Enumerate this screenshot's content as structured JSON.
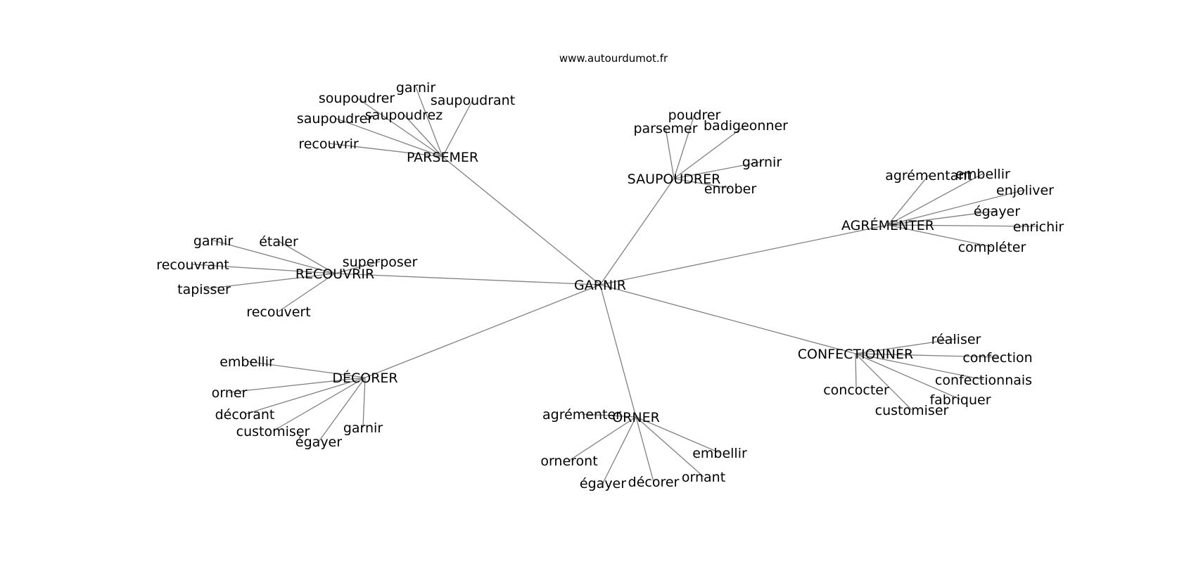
{
  "site_label": "www.autourdumot.fr",
  "edge_color": "#808080",
  "root": "GARNIR",
  "hubs": [
    {
      "label": "PARSEMER",
      "leaves": [
        "garnir",
        "soupoudrer",
        "saupoudrant",
        "saupoudrez",
        "saupoudrer",
        "recouvrir"
      ]
    },
    {
      "label": "SAUPOUDRER",
      "leaves": [
        "poudrer",
        "parsemer",
        "badigeonner",
        "garnir",
        "enrober"
      ]
    },
    {
      "label": "AGRÉMENTER",
      "leaves": [
        "agrémentant",
        "embellir",
        "enjoliver",
        "égayer",
        "enrichir",
        "compléter"
      ]
    },
    {
      "label": "RECOUVRIR",
      "leaves": [
        "garnir",
        "étaler",
        "superposer",
        "recouvrant",
        "tapisser",
        "recouvert"
      ]
    },
    {
      "label": "DÉCORER",
      "leaves": [
        "embellir",
        "orner",
        "décorant",
        "customiser",
        "égayer",
        "garnir"
      ]
    },
    {
      "label": "ORNER",
      "leaves": [
        "agrémenter",
        "embellir",
        "orneront",
        "ornant",
        "égayer",
        "décorer"
      ]
    },
    {
      "label": "CONFECTIONNER",
      "leaves": [
        "réaliser",
        "confection",
        "confectionnais",
        "fabriquer",
        "concocter",
        "customiser"
      ]
    }
  ]
}
